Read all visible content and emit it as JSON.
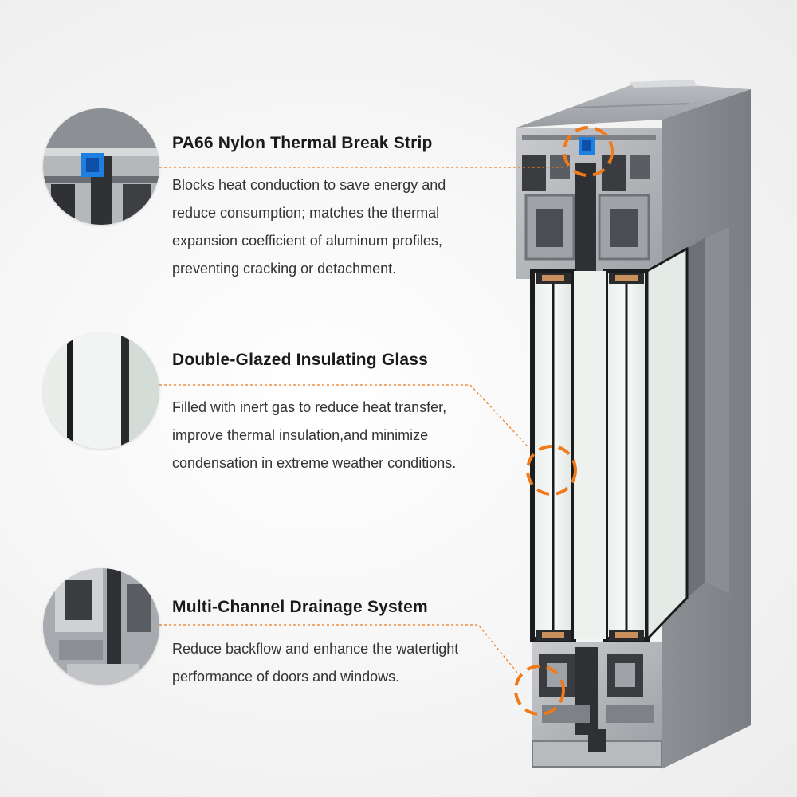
{
  "features": [
    {
      "icon": "thermal-break-strip-closeup",
      "title": "PA66 Nylon Thermal Break Strip",
      "lines": [
        "Blocks heat conduction to save energy and",
        "reduce consumption; matches the thermal",
        "expansion coefficient of aluminum profiles,",
        "preventing cracking or detachment."
      ]
    },
    {
      "icon": "insulating-glass-closeup",
      "title": "Double-Glazed Insulating Glass",
      "lines": [
        "Filled with inert gas to reduce heat transfer,",
        "improve thermal insulation,and minimize",
        "condensation in extreme weather conditions."
      ]
    },
    {
      "icon": "drainage-channel-closeup",
      "title": "Multi-Channel Drainage System",
      "lines": [
        "Reduce backflow and enhance the watertight",
        "performance of doors and windows."
      ]
    }
  ],
  "colors": {
    "accent_orange": "#f07a1a",
    "aluminum": "#8a8d91",
    "aluminum_dark": "#5e6166",
    "thermal_strip_blue": "#1f7fe0"
  }
}
